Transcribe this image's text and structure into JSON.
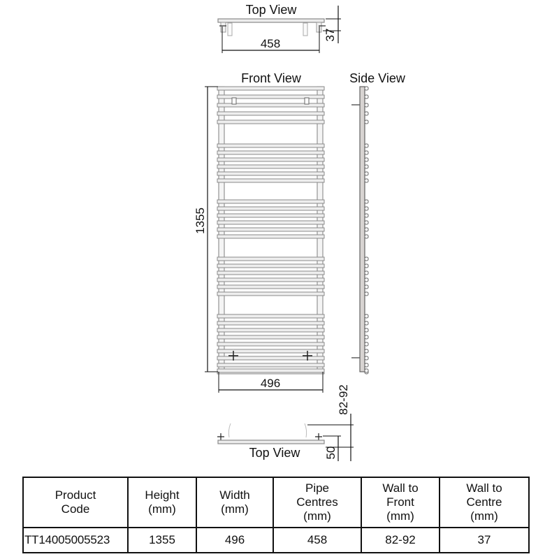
{
  "views": {
    "top_view_upper": "Top View",
    "front_view": "Front View",
    "side_view": "Side View",
    "top_view_lower": "Top View"
  },
  "dimensions": {
    "top_width": "458",
    "top_depth": "37",
    "front_height": "1355",
    "front_width": "496",
    "bottom_wall_to_front": "82-92",
    "bottom_depth": "50"
  },
  "table": {
    "headers": [
      "Product\nCode",
      "Height\n(mm)",
      "Width\n(mm)",
      "Pipe\nCentres\n(mm)",
      "Wall to\nFront\n(mm)",
      "Wall to\nCentre\n(mm)"
    ],
    "rows": [
      [
        "TT14005005523",
        "1355",
        "496",
        "458",
        "82-92",
        "37"
      ]
    ]
  },
  "colors": {
    "line": "#111111",
    "rail_stroke": "#8a8a8a",
    "rail_fill": "#eeeeee",
    "side_fill": "#d8d4d2"
  }
}
